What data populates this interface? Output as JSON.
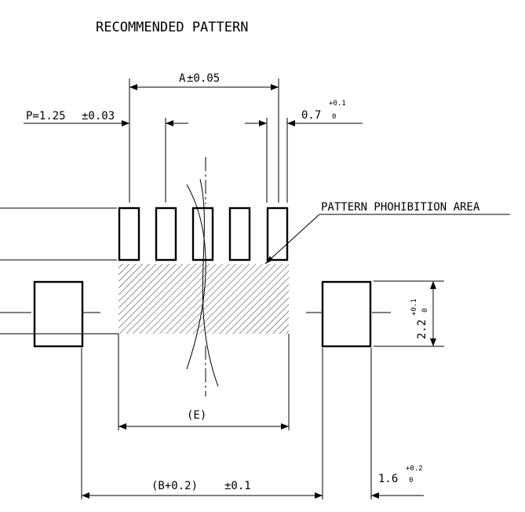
{
  "title": "RECOMMENDED PATTERN",
  "dims": {
    "a": {
      "main": "A",
      "tol": "±0.05"
    },
    "pitch": {
      "main": "P=1.25",
      "tol": "±0.03"
    },
    "top_width": {
      "main": "0.7",
      "tol_upper": "+0.1",
      "tol_lower": "0"
    },
    "height": {
      "main": "2.2",
      "tol_upper": "+0.1",
      "tol_lower": "0"
    },
    "e": {
      "main": "(E)"
    },
    "b": {
      "main": "(B+0.2)",
      "tol": "±0.1"
    },
    "side_width": {
      "main": "1.6",
      "tol_upper": "+0.2",
      "tol_lower": "0"
    }
  },
  "callout": "PATTERN PHOHIBITION AREA",
  "colors": {
    "ink": "#000000",
    "background": "#ffffff"
  }
}
